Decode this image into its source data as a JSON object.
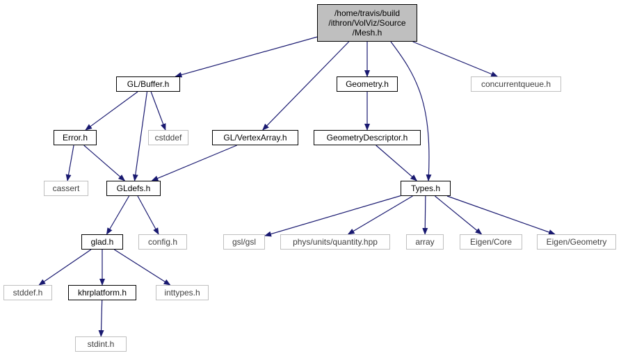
{
  "graph": {
    "edge_color": "#191970",
    "nodes": [
      {
        "id": "mesh",
        "label": "/home/travis/build\n/ithron/VolViz/Source\n/Mesh.h",
        "kind": "root"
      },
      {
        "id": "buffer",
        "label": "GL/Buffer.h",
        "kind": "documented"
      },
      {
        "id": "vertexarray",
        "label": "GL/VertexArray.h",
        "kind": "documented"
      },
      {
        "id": "geometry",
        "label": "Geometry.h",
        "kind": "documented"
      },
      {
        "id": "concurrentqueue",
        "label": "concurrentqueue.h",
        "kind": "external"
      },
      {
        "id": "error",
        "label": "Error.h",
        "kind": "documented"
      },
      {
        "id": "cstddef",
        "label": "cstddef",
        "kind": "external"
      },
      {
        "id": "geometrydescriptor",
        "label": "GeometryDescriptor.h",
        "kind": "documented"
      },
      {
        "id": "cassert",
        "label": "cassert",
        "kind": "external"
      },
      {
        "id": "gldefs",
        "label": "GLdefs.h",
        "kind": "documented"
      },
      {
        "id": "types",
        "label": "Types.h",
        "kind": "documented"
      },
      {
        "id": "glad",
        "label": "glad.h",
        "kind": "documented"
      },
      {
        "id": "config",
        "label": "config.h",
        "kind": "external"
      },
      {
        "id": "gsl",
        "label": "gsl/gsl",
        "kind": "external"
      },
      {
        "id": "quantity",
        "label": "phys/units/quantity.hpp",
        "kind": "external"
      },
      {
        "id": "array",
        "label": "array",
        "kind": "external"
      },
      {
        "id": "eigencore",
        "label": "Eigen/Core",
        "kind": "external"
      },
      {
        "id": "eigengeometry",
        "label": "Eigen/Geometry",
        "kind": "external"
      },
      {
        "id": "stddef",
        "label": "stddef.h",
        "kind": "external"
      },
      {
        "id": "khrplatform",
        "label": "khrplatform.h",
        "kind": "documented"
      },
      {
        "id": "inttypes",
        "label": "inttypes.h",
        "kind": "external"
      },
      {
        "id": "stdint",
        "label": "stdint.h",
        "kind": "external"
      }
    ],
    "edges": [
      {
        "from": "mesh",
        "to": "buffer"
      },
      {
        "from": "mesh",
        "to": "vertexarray"
      },
      {
        "from": "mesh",
        "to": "geometry"
      },
      {
        "from": "mesh",
        "to": "types"
      },
      {
        "from": "mesh",
        "to": "concurrentqueue"
      },
      {
        "from": "buffer",
        "to": "error"
      },
      {
        "from": "buffer",
        "to": "gldefs"
      },
      {
        "from": "buffer",
        "to": "cstddef"
      },
      {
        "from": "error",
        "to": "cassert"
      },
      {
        "from": "error",
        "to": "gldefs"
      },
      {
        "from": "vertexarray",
        "to": "gldefs"
      },
      {
        "from": "geometry",
        "to": "geometrydescriptor"
      },
      {
        "from": "geometrydescriptor",
        "to": "types"
      },
      {
        "from": "gldefs",
        "to": "glad"
      },
      {
        "from": "gldefs",
        "to": "config"
      },
      {
        "from": "glad",
        "to": "stddef"
      },
      {
        "from": "glad",
        "to": "khrplatform"
      },
      {
        "from": "glad",
        "to": "inttypes"
      },
      {
        "from": "khrplatform",
        "to": "stdint"
      },
      {
        "from": "types",
        "to": "gsl"
      },
      {
        "from": "types",
        "to": "quantity"
      },
      {
        "from": "types",
        "to": "array"
      },
      {
        "from": "types",
        "to": "eigencore"
      },
      {
        "from": "types",
        "to": "eigengeometry"
      }
    ]
  }
}
